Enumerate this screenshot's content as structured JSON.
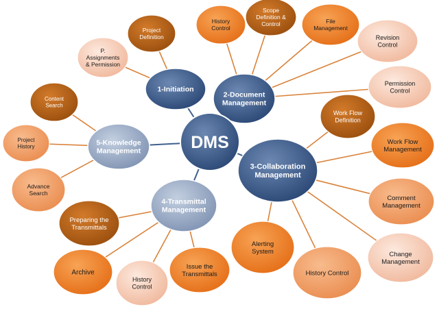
{
  "colors": {
    "connector_blue": "#3f5f8c",
    "connector_orange": "#d9823a",
    "hub_dark": "#2f4f7d",
    "hub_light": "#8c9fbd",
    "leaf_brown": "#b45f14",
    "leaf_orange": "#ec7d2a",
    "leaf_peach": "#f4c3ac",
    "leaf_salmon": "#ef9a63"
  },
  "diagram": {
    "center": {
      "label": "DMS"
    },
    "hubs": [
      {
        "id": "initiation",
        "label": "1-Initiation"
      },
      {
        "id": "document",
        "label": "2-Document Management"
      },
      {
        "id": "collaboration",
        "label": "3-Collaboration Management"
      },
      {
        "id": "transmittal",
        "label": "4-Transmittal Management"
      },
      {
        "id": "knowledge",
        "label": "5-Knowledge Management"
      }
    ],
    "leaves": [
      {
        "hub": "initiation",
        "label": "Project Definition",
        "style": "brown"
      },
      {
        "hub": "initiation",
        "label": "P. Assignments & Permission",
        "style": "peach"
      },
      {
        "hub": "document",
        "label": "History Control",
        "style": "orange"
      },
      {
        "hub": "document",
        "label": "Scope Definition & Control",
        "style": "brown"
      },
      {
        "hub": "document",
        "label": "File Management",
        "style": "orange"
      },
      {
        "hub": "document",
        "label": "Revision Control",
        "style": "peach"
      },
      {
        "hub": "document",
        "label": "Permission Control",
        "style": "peach"
      },
      {
        "hub": "collaboration",
        "label": "Work Flow Definition",
        "style": "brown"
      },
      {
        "hub": "collaboration",
        "label": "Work Flow Management",
        "style": "orange"
      },
      {
        "hub": "collaboration",
        "label": "Comment Management",
        "style": "salmon"
      },
      {
        "hub": "collaboration",
        "label": "Change Management",
        "style": "peach"
      },
      {
        "hub": "collaboration",
        "label": "History Control",
        "style": "salmon"
      },
      {
        "hub": "collaboration",
        "label": "Alerting System",
        "style": "orange"
      },
      {
        "hub": "transmittal",
        "label": "Issue the Transmittals",
        "style": "orange"
      },
      {
        "hub": "transmittal",
        "label": "History Control",
        "style": "peach"
      },
      {
        "hub": "transmittal",
        "label": "Archive",
        "style": "orange"
      },
      {
        "hub": "transmittal",
        "label": "Preparing the Transmittals",
        "style": "brown"
      },
      {
        "hub": "knowledge",
        "label": "Advance Search",
        "style": "salmon"
      },
      {
        "hub": "knowledge",
        "label": "Project History",
        "style": "salmon"
      },
      {
        "hub": "knowledge",
        "label": "Content Search",
        "style": "brown"
      }
    ]
  }
}
